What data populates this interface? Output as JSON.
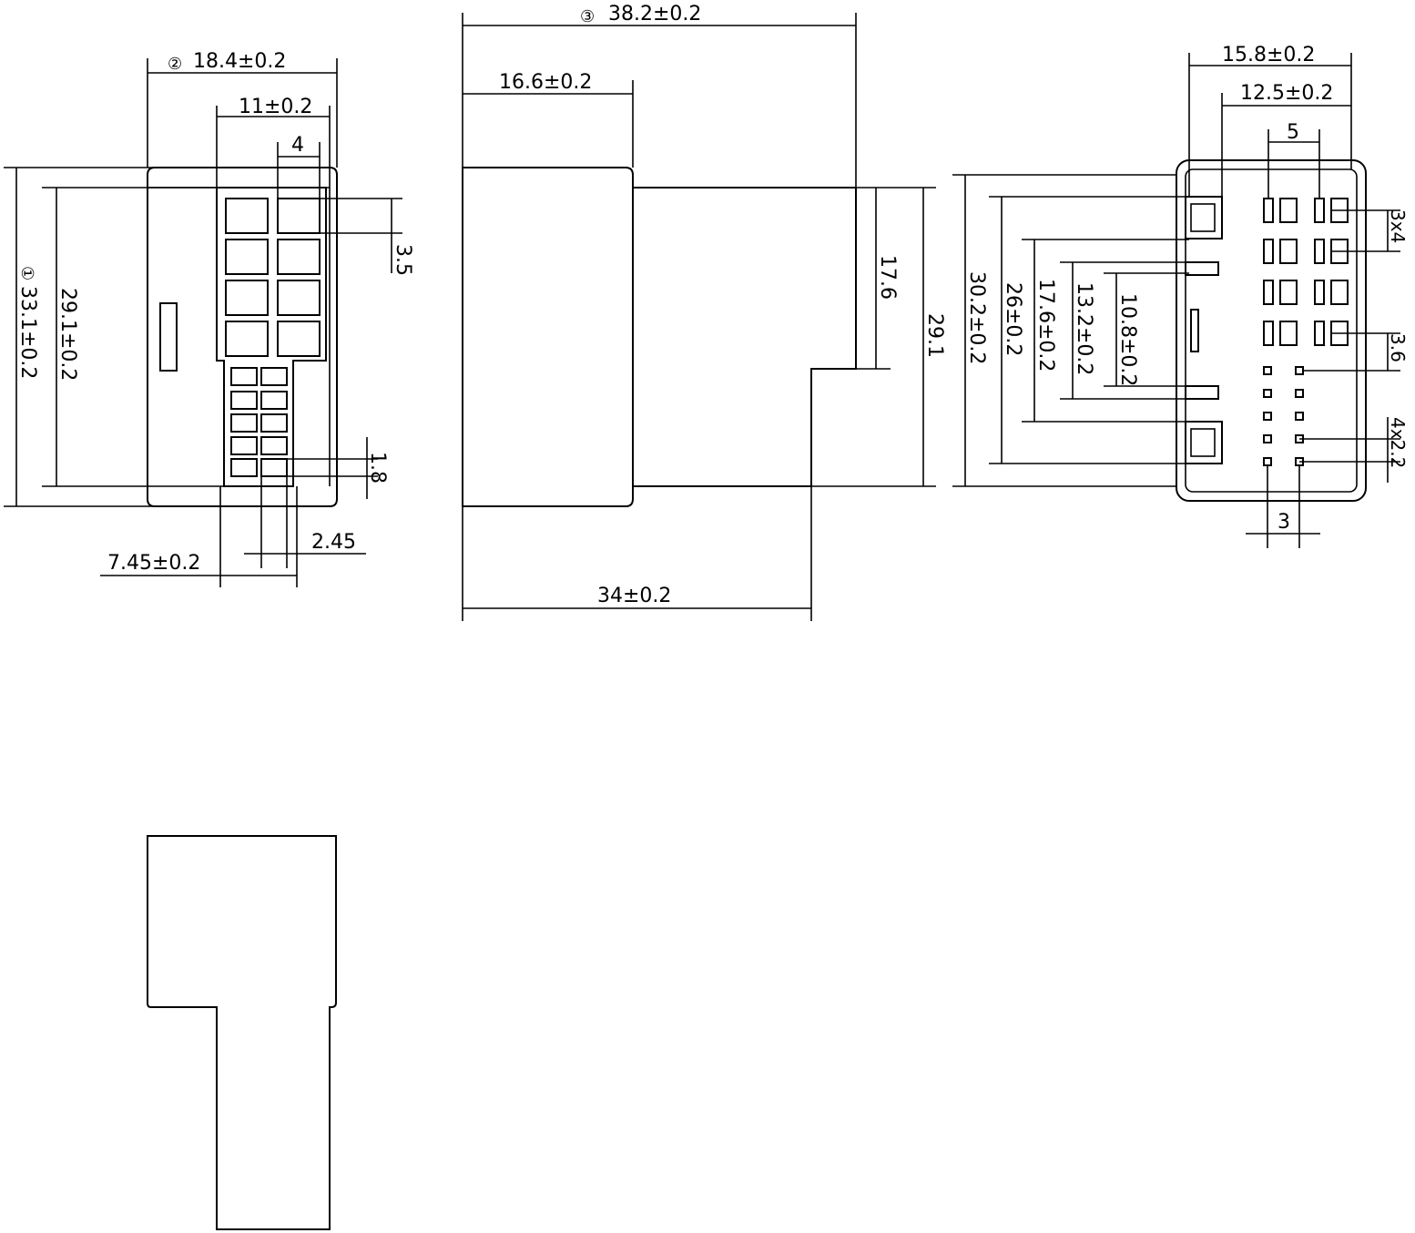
{
  "front_view": {
    "width_marker": "②",
    "width": "18.4±0.2",
    "inner_width": "11±0.2",
    "cell_pitch": "4",
    "cell_height": "3.5",
    "height_marker": "①",
    "height": "33.1±0.2",
    "inner_height": "29.1±0.2",
    "small_cell_pitch": "1.8",
    "small_cell_width": "2.45",
    "neck_width": "7.45±0.2"
  },
  "side_view": {
    "length_marker": "③",
    "length": "38.2±0.2",
    "head_length": "16.6±0.2",
    "body_length": "34±0.2",
    "step_height": "17.6",
    "body_height": "29.1"
  },
  "end_view": {
    "outer_width": "15.8±0.2",
    "inner_width": "12.5±0.2",
    "terminal_pitch": "5",
    "terminal_size": "3x4",
    "terminal_gap": "3.6",
    "pin_size": "4x2.2",
    "pin_pitch": "3",
    "height_outer": "30.2±0.2",
    "height_26": "26±0.2",
    "height_17_6": "17.6±0.2",
    "height_13_2": "13.2±0.2",
    "height_10_8": "10.8±0.2"
  }
}
